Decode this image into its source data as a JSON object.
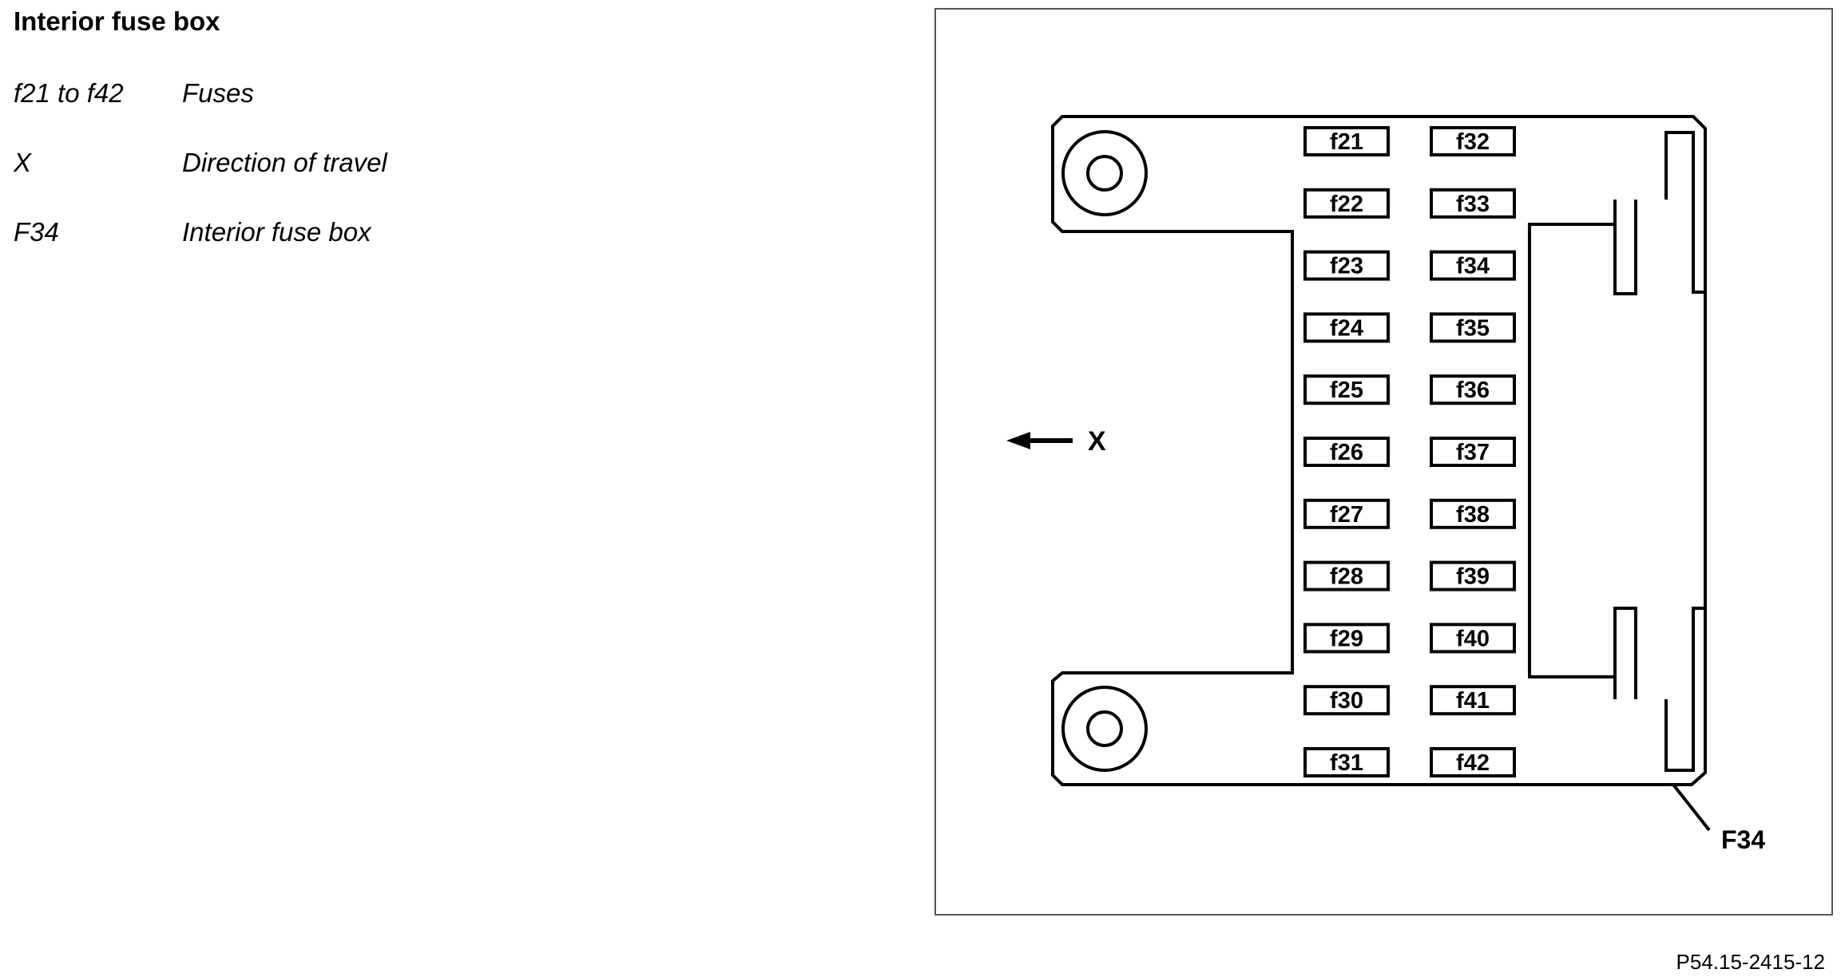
{
  "header": {
    "title": "Interior fuse box"
  },
  "legend": [
    {
      "key": "f21 to f42",
      "desc": "Fuses"
    },
    {
      "key": "X",
      "desc": "Direction of travel"
    },
    {
      "key": "F34",
      "desc": "Interior fuse box"
    }
  ],
  "diagram": {
    "fuses_left": [
      "f21",
      "f22",
      "f23",
      "f24",
      "f25",
      "f26",
      "f27",
      "f28",
      "f29",
      "f30",
      "f31"
    ],
    "fuses_right": [
      "f32",
      "f33",
      "f34",
      "f35",
      "f36",
      "f37",
      "f38",
      "f39",
      "f40",
      "f41",
      "f42"
    ],
    "direction_label": "X",
    "box_label": "F34"
  },
  "footer": {
    "reference": "P54.15-2415-12"
  }
}
